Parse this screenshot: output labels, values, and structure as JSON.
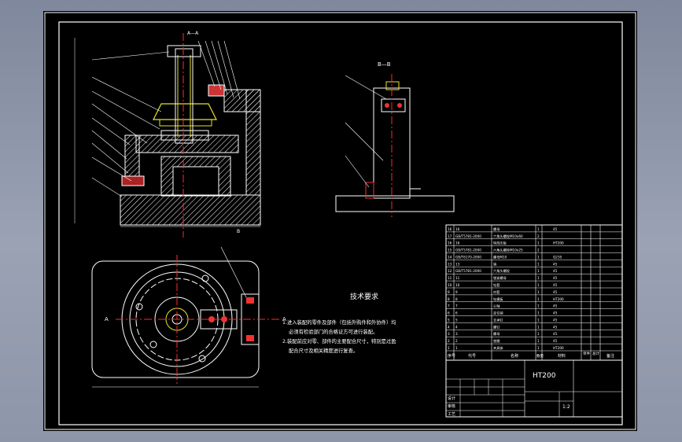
{
  "view_labels": {
    "section_a": "A—A",
    "section_b": "B—B",
    "b_marker": "B",
    "a_marker_left": "A",
    "a_marker_right": "A"
  },
  "technical_requirements": {
    "title": "技术要求",
    "line1": "1.进入装配的零件及部件（包括外购件和外协件）均",
    "line2": "必须有检验部门的合格证方可进行装配。",
    "line3": "2.装配前应对零、部件的主要配合尺寸，特别是过盈",
    "line4": "配合尺寸及相关精度进行复查。"
  },
  "title_block": {
    "material": "HT200",
    "scale": "1:2",
    "header_seq": "序号",
    "header_code": "代号",
    "header_name": "名称",
    "header_qty": "数量",
    "header_material": "材料",
    "header_unit_weight": "单件",
    "header_total_weight": "总计",
    "header_remark": "备注",
    "designer": "设计",
    "reviewer": "审核",
    "process": "工艺"
  },
  "bom_rows": [
    {
      "seq": "16",
      "code": "16",
      "name": "螺母",
      "qty": "1",
      "material": "45"
    },
    {
      "seq": "17",
      "code": "GB/T5781-2000",
      "name": "六角头螺栓M10x60",
      "qty": "2",
      "material": ""
    },
    {
      "seq": "16",
      "code": "16",
      "name": "钩形压板",
      "qty": "1",
      "material": "HT200"
    },
    {
      "seq": "15",
      "code": "GB/T5781-2000",
      "name": "六角头螺栓M10x25",
      "qty": "2",
      "material": ""
    },
    {
      "seq": "14",
      "code": "GB/T6170-2000",
      "name": "螺母M10",
      "qty": "1",
      "material": "Q235"
    },
    {
      "seq": "13",
      "code": "13",
      "name": "销",
      "qty": "1",
      "material": "45"
    },
    {
      "seq": "12",
      "code": "GB/T5781-2000",
      "name": "六角头螺栓",
      "qty": "1",
      "material": "45"
    },
    {
      "seq": "11",
      "code": "11",
      "name": "锁紧螺母",
      "qty": "1",
      "material": "45"
    },
    {
      "seq": "10",
      "code": "10",
      "name": "钻套",
      "qty": "1",
      "material": "45"
    },
    {
      "seq": "9",
      "code": "9",
      "name": "衬套",
      "qty": "1",
      "material": "45"
    },
    {
      "seq": "8",
      "code": "8",
      "name": "钻模板",
      "qty": "1",
      "material": "HT200"
    },
    {
      "seq": "7",
      "code": "7",
      "name": "心轴",
      "qty": "1",
      "material": "45"
    },
    {
      "seq": "6",
      "code": "6",
      "name": "定位销",
      "qty": "1",
      "material": "45"
    },
    {
      "seq": "5",
      "code": "5",
      "name": "支承钉",
      "qty": "1",
      "material": "45"
    },
    {
      "seq": "4",
      "code": "4",
      "name": "螺钉",
      "qty": "1",
      "material": "45"
    },
    {
      "seq": "3",
      "code": "3",
      "name": "螺母",
      "qty": "1",
      "material": "45"
    },
    {
      "seq": "2",
      "code": "2",
      "name": "垫圈",
      "qty": "1",
      "material": "45"
    },
    {
      "seq": "1",
      "code": "1",
      "name": "夹具体",
      "qty": "1",
      "material": "HT200"
    }
  ],
  "colors": {
    "background": "#000000",
    "lines": "#ffffff",
    "centerline": "#ff2a2a",
    "hatch": "#ffffff",
    "accent_yellow": "#e8e030",
    "accent_magenta": "#ff40ff",
    "frame": "#ffffff"
  }
}
